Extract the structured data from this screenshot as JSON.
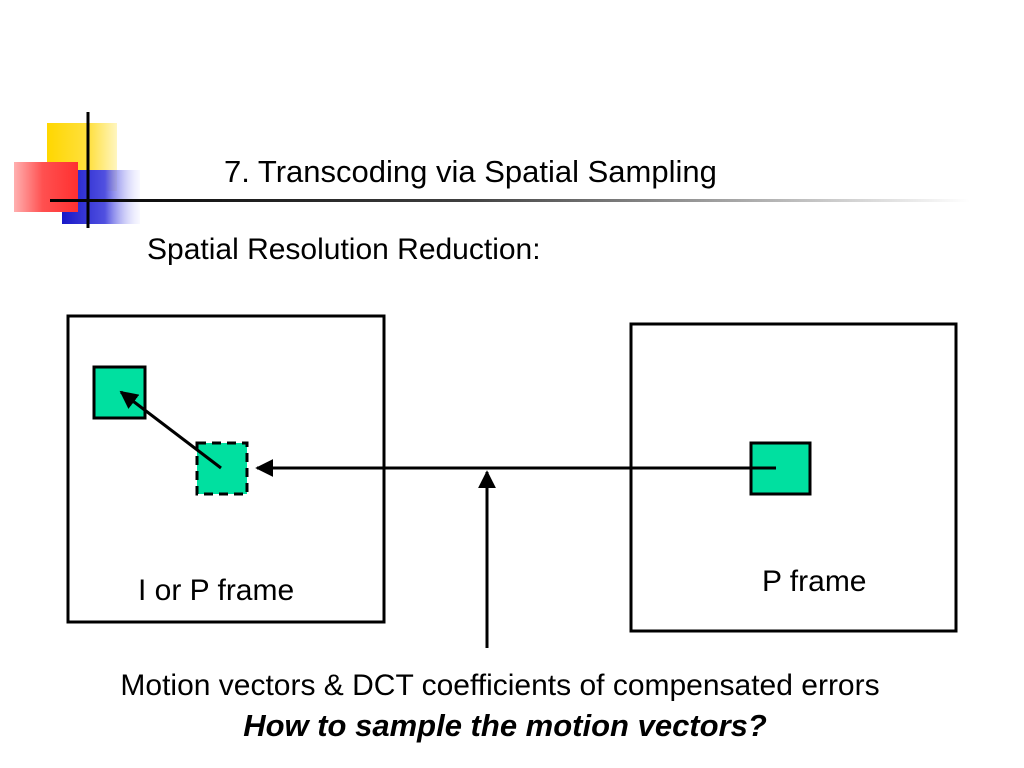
{
  "slide": {
    "title": "7. Transcoding via Spatial Sampling",
    "subtitle": "Spatial Resolution Reduction:"
  },
  "diagram": {
    "left_frame_label": "I or P frame",
    "right_frame_label": "P frame",
    "block_color": "#00E0A0",
    "caption": "Motion vectors & DCT coefficients of compensated errors",
    "question": "How to sample the motion vectors?"
  },
  "decoration": {
    "yellow": "#FFD700",
    "red": "#FF4040",
    "blue": "#2020D0"
  }
}
